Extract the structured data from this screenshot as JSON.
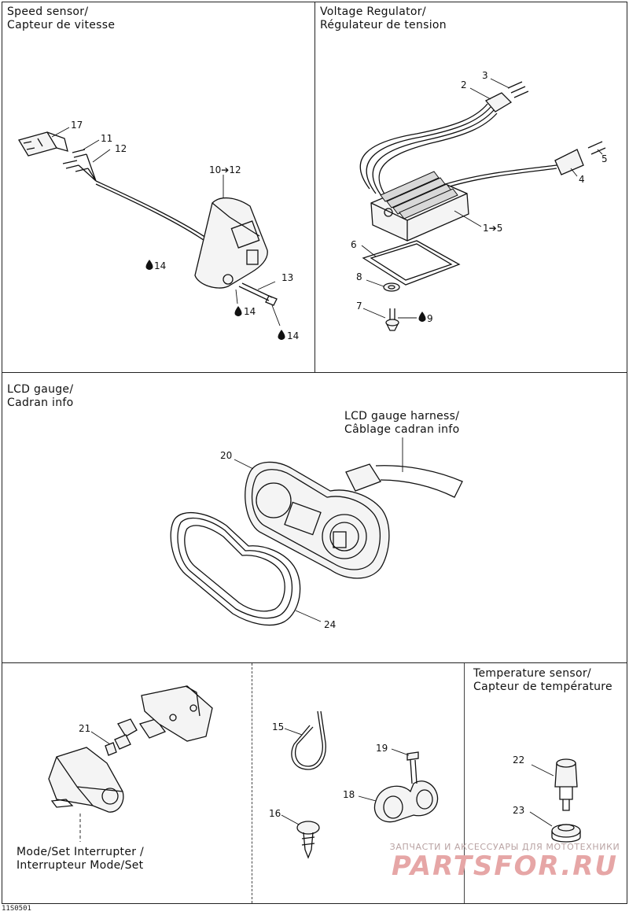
{
  "panels": {
    "speed_sensor": {
      "title": "Speed sensor/\nCapteur de vitesse"
    },
    "voltage_regulator": {
      "title": "Voltage Regulator/\nRégulateur de tension"
    },
    "lcd_gauge": {
      "title": "LCD gauge/\nCadran info",
      "harness_label": "LCD gauge harness/\nCâblage cadran info"
    },
    "mode_set": {
      "caption": "Mode/Set Interrupter /\nInterrupteur Mode/Set"
    },
    "temperature_sensor": {
      "title": "Temperature sensor/\nCapteur de température"
    }
  },
  "callouts": {
    "c17": "17",
    "c11": "11",
    "c12": "12",
    "c10_12": "10➔12",
    "c14a": "14",
    "c13": "13",
    "c14b": "14",
    "c14c": "14",
    "c2": "2",
    "c3": "3",
    "c5": "5",
    "c4": "4",
    "c1_5": "1➔5",
    "c6": "6",
    "c8": "8",
    "c7": "7",
    "c9": "9",
    "c20": "20",
    "c24": "24",
    "c21": "21",
    "c15": "15",
    "c19": "19",
    "c18": "18",
    "c16": "16",
    "c22": "22",
    "c23": "23"
  },
  "document_code": "11S0501",
  "watermark": {
    "top_text": "ЗАПЧАСТИ И АКСЕССУАРЫ ДЛЯ МОТОТЕХНИКИ",
    "brand": "PARTSFOR.RU"
  }
}
